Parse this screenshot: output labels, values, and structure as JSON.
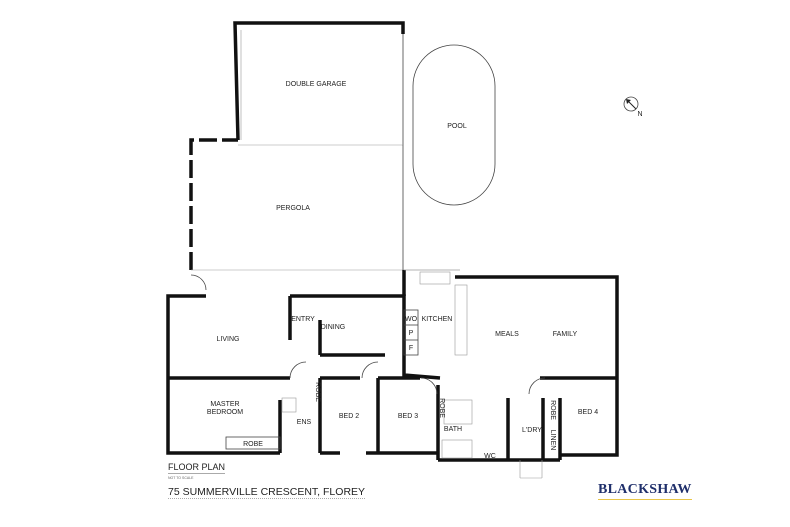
{
  "plan": {
    "title": "FLOOR PLAN",
    "scale_note": "NOT TO SCALE",
    "address": "75 SUMMERVILLE CRESCENT, FLOREY",
    "brand": "BLACKSHAW",
    "brand_color": "#1f2f6b",
    "brand_underline_color": "#e8c547",
    "north_label": "N"
  },
  "rooms": {
    "garage": "DOUBLE GARAGE",
    "pool": "POOL",
    "pergola": "PERGOLA",
    "living": "LIVING",
    "entry": "ENTRY",
    "dining": "DINING",
    "wo": "WO",
    "pantry": "P",
    "fridge": "F",
    "kitchen": "KITCHEN",
    "meals": "MEALS",
    "family": "FAMILY",
    "master_1": "MASTER",
    "master_2": "BEDROOM",
    "robe_master": "ROBE",
    "robe_master_walk": "ROBE",
    "ens": "ENS",
    "bed2": "BED 2",
    "bed3": "BED 3",
    "robe_bed3": "ROBE",
    "bath": "BATH",
    "wc": "WC",
    "ldry": "L'DRY",
    "robe_bed4": "ROBE",
    "linen": "LINEN",
    "bed4": "BED 4"
  }
}
